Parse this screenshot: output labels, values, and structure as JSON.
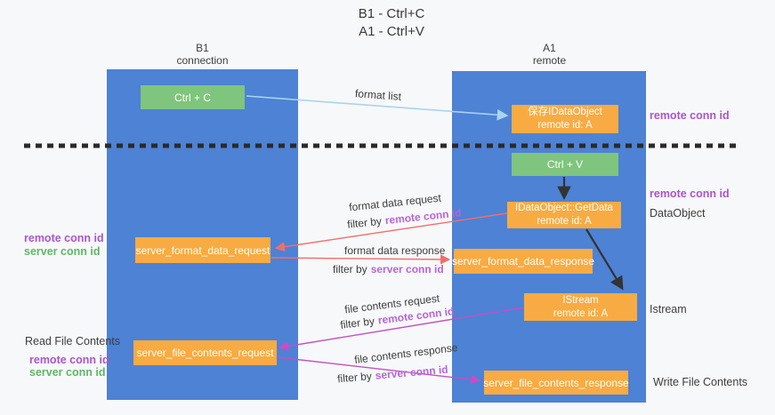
{
  "title": {
    "line1": "B1 - Ctrl+C",
    "line2": "A1 - Ctrl+V"
  },
  "columns": {
    "left": {
      "name": "B1",
      "subtitle": "connection"
    },
    "right": {
      "name": "A1",
      "subtitle": "remote"
    }
  },
  "boxes": {
    "ctrl_c": {
      "label": "Ctrl + C"
    },
    "ctrl_v": {
      "label": "Ctrl + V"
    },
    "save_dataobject": {
      "line1": "保存IDataObject",
      "line2": "remote id: A"
    },
    "getdata": {
      "line1": "IDataObject::GetData",
      "line2": "remote id: A"
    },
    "istream": {
      "line1": "IStream",
      "line2": "remote id: A"
    },
    "format_request": {
      "label": "server_format_data_request"
    },
    "format_response": {
      "label": "server_format_data_response"
    },
    "file_request": {
      "label": "server_file_contents_request"
    },
    "file_response": {
      "label": "server_file_contents_response"
    }
  },
  "flow_labels": {
    "format_list": "format list",
    "format_data_request": "format data request",
    "format_data_response": "format data response",
    "file_contents_request": "file contents request",
    "file_contents_response": "file contents response",
    "filter_by": "filter by",
    "remote_conn_id": "remote conn id",
    "server_conn_id": "server conn id"
  },
  "side_labels": {
    "remote_conn_id": "remote conn id",
    "server_conn_id": "server conn id",
    "dataobject": "DataObject",
    "istream": "Istream",
    "read_file_contents": "Read File Contents",
    "write_file_contents": "Write File Contents"
  },
  "colors": {
    "background": "#f7f8f9",
    "column_blue": "#4d82d5",
    "box_green": "#7fc57d",
    "box_orange": "#f8ab42",
    "purple_text": "#a956c9",
    "purple_text_light": "#b466d6",
    "green_text": "#60b667",
    "arrow_red": "#ef6e6e",
    "arrow_magenta": "#c44fc4",
    "arrow_light_blue": "#a9d4f0",
    "arrow_black": "#333333",
    "dashed_line": "#2a2a2a"
  }
}
